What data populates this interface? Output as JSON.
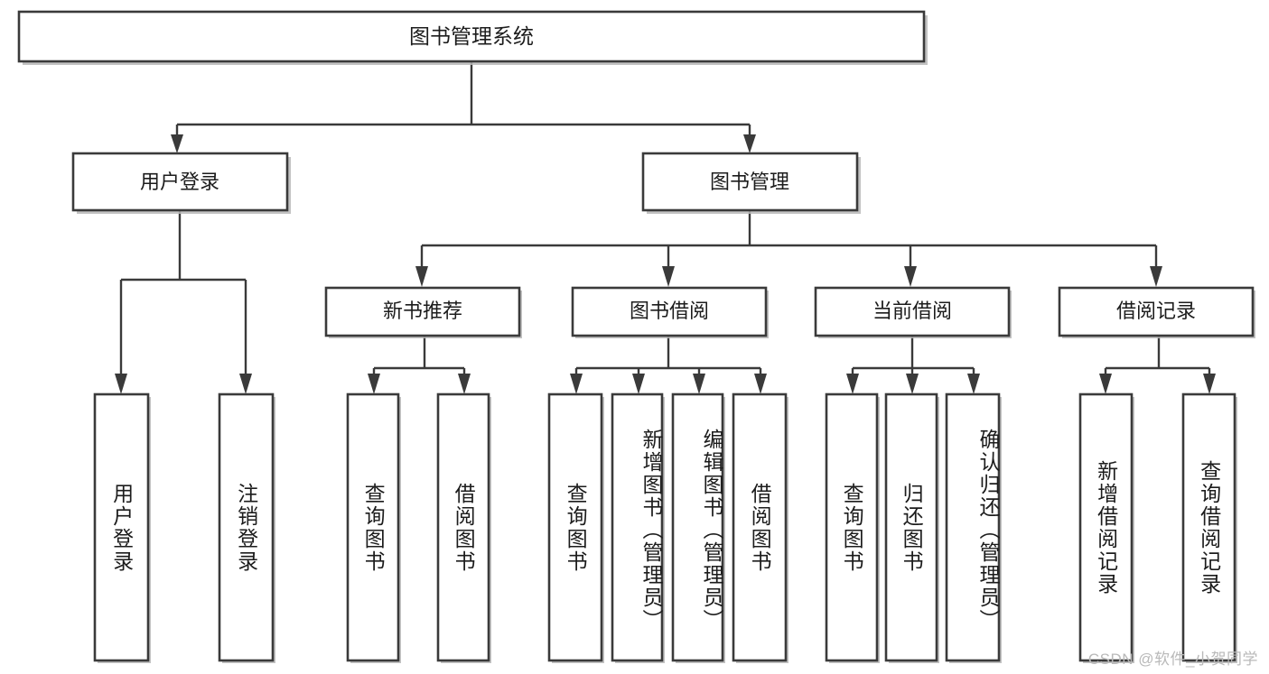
{
  "diagram": {
    "type": "tree",
    "title": "图书管理系统",
    "orientation": "top-down",
    "colors": {
      "box_stroke": "#3a3a3a",
      "box_fill": "#ffffff",
      "connector": "#3a3a3a",
      "text": "#1c1c1c",
      "watermark": "#b9b9b9",
      "background": "#ffffff"
    },
    "root": {
      "label": "图书管理系统"
    },
    "level2": [
      {
        "label": "用户登录"
      },
      {
        "label": "图书管理"
      }
    ],
    "level3": [
      {
        "label": "新书推荐"
      },
      {
        "label": "图书借阅"
      },
      {
        "label": "当前借阅"
      },
      {
        "label": "借阅记录"
      }
    ],
    "leaves": {
      "user_login": [
        {
          "label": "用户登录"
        },
        {
          "label": "注销登录"
        }
      ],
      "new_book_recommend": [
        {
          "label": "查询图书"
        },
        {
          "label": "借阅图书"
        }
      ],
      "book_borrow": [
        {
          "label": "查询图书"
        },
        {
          "label": "新增图书（管理员）"
        },
        {
          "label": "编辑图书（管理员）"
        },
        {
          "label": "借阅图书"
        }
      ],
      "current_borrow": [
        {
          "label": "查询图书"
        },
        {
          "label": "归还图书"
        },
        {
          "label": "确认归还（管理员）"
        }
      ],
      "borrow_record": [
        {
          "label": "新增借阅记录"
        },
        {
          "label": "查询借阅记录"
        }
      ]
    }
  },
  "watermark": {
    "text": "CSDN @软件_小贺同学"
  }
}
